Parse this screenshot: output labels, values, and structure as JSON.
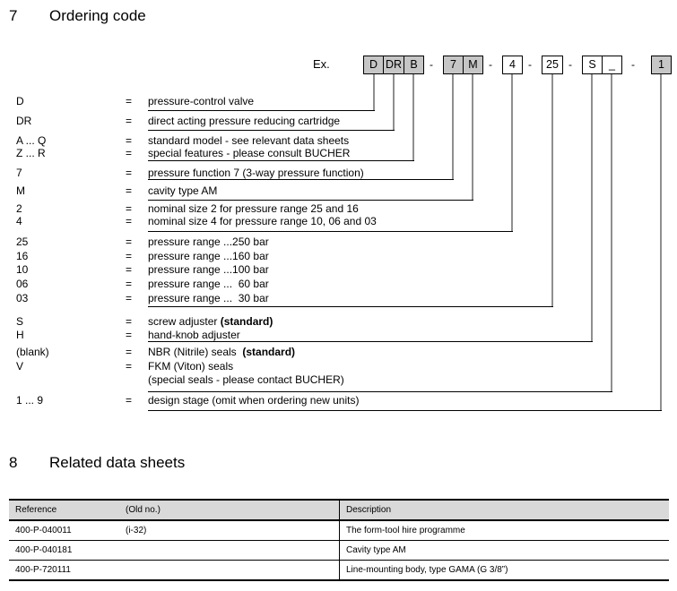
{
  "section7": {
    "number": "7",
    "title": "Ordering code"
  },
  "example": {
    "label": "Ex.",
    "boxes": [
      {
        "text": "D"
      },
      {
        "text": "DR"
      },
      {
        "text": "B"
      },
      {
        "text": "-"
      },
      {
        "text": "7"
      },
      {
        "text": "M"
      },
      {
        "text": "-"
      },
      {
        "text": "4"
      },
      {
        "text": "-"
      },
      {
        "text": "25"
      },
      {
        "text": "-"
      },
      {
        "text": "S"
      },
      {
        "text": "_"
      },
      {
        "text": "-"
      },
      {
        "text": "1"
      }
    ]
  },
  "ordering_rows": [
    {
      "code": "D",
      "eq": "=",
      "text": "pressure-control valve",
      "bold": ""
    },
    {
      "code": "DR",
      "eq": "=",
      "text": "direct acting pressure reducing cartridge",
      "bold": ""
    },
    {
      "code": "A ... Q",
      "eq": "=",
      "text": "standard model - see relevant data sheets",
      "bold": ""
    },
    {
      "code": "Z ... R",
      "eq": "=",
      "text": "special features - please consult BUCHER",
      "bold": ""
    },
    {
      "code": "7",
      "eq": "=",
      "text": "pressure function 7 (3-way pressure function)",
      "bold": ""
    },
    {
      "code": "M",
      "eq": "=",
      "text": "cavity type AM",
      "bold": ""
    },
    {
      "code": "2",
      "eq": "=",
      "text": "nominal size 2 for pressure range 25 and 16",
      "bold": ""
    },
    {
      "code": "4",
      "eq": "=",
      "text": "nominal size 4 for pressure range 10, 06 and 03",
      "bold": ""
    },
    {
      "code": "25",
      "eq": "=",
      "text": "pressure range ...250 bar",
      "bold": ""
    },
    {
      "code": "16",
      "eq": "=",
      "text": "pressure range ...160 bar",
      "bold": ""
    },
    {
      "code": "10",
      "eq": "=",
      "text": "pressure range ...100 bar",
      "bold": ""
    },
    {
      "code": "06",
      "eq": "=",
      "text": "pressure range ...  60 bar",
      "bold": ""
    },
    {
      "code": "03",
      "eq": "=",
      "text": "pressure range ...  30 bar",
      "bold": ""
    },
    {
      "code": "S",
      "eq": "=",
      "text": "screw adjuster ",
      "bold": "(standard)"
    },
    {
      "code": "H",
      "eq": "=",
      "text": "hand-knob adjuster",
      "bold": ""
    },
    {
      "code": "(blank)",
      "eq": "=",
      "text": "NBR (Nitrile) seals  ",
      "bold": "(standard)"
    },
    {
      "code": "V",
      "eq": "=",
      "text": "FKM (Viton) seals",
      "bold": ""
    },
    {
      "code": "",
      "eq": "",
      "text": "(special seals - please contact BUCHER)",
      "bold": ""
    },
    {
      "code": "1 ... 9",
      "eq": "=",
      "text": "design stage (omit when ordering new units)",
      "bold": ""
    }
  ],
  "section8": {
    "number": "8",
    "title": "Related data sheets"
  },
  "table": {
    "headers": [
      "Reference",
      "(Old no.)",
      "Description"
    ],
    "rows": [
      {
        "reference": "400-P-040011",
        "old_no": "(i-32)",
        "description": "The form-tool hire programme"
      },
      {
        "reference": "400-P-040181",
        "old_no": "",
        "description": "Cavity type AM"
      },
      {
        "reference": "400-P-720111",
        "old_no": "",
        "description": "Line-mounting body, type GAMA  (G 3/8”)"
      }
    ]
  },
  "colors": {
    "box_shaded": "#c6c6c6",
    "table_header_bg": "#d9d9d9",
    "connector_gray": "#8f8f8f",
    "line_black": "#000000"
  }
}
